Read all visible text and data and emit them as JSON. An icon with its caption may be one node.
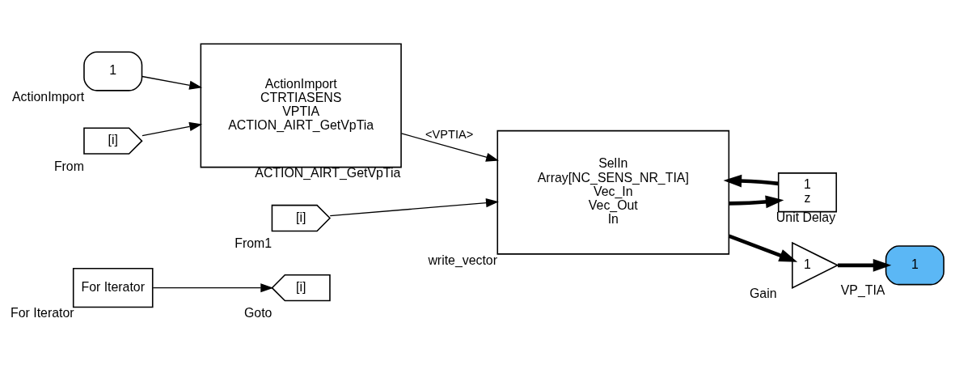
{
  "diagram": {
    "nodes": [
      {
        "text": [
          "For Iterator"
        ],
        "beside": [
          "For Iterator"
        ]
      },
      {
        "text": [
          "[i]"
        ],
        "beside": [
          "Goto"
        ]
      },
      {
        "text": [
          "1"
        ],
        "beside": [
          "ActionImport"
        ]
      },
      {
        "text": [
          "[i]"
        ],
        "beside": [
          "From"
        ]
      },
      {
        "text": [
          "ActionImport",
          "CTRTIASENS",
          "VPTIA",
          "ACTION_AIRT_GetVpTia"
        ],
        "beside": [
          "ACTION_AIRT_GetVpTia"
        ]
      },
      {
        "text": [
          "1",
          "z"
        ],
        "beside": [
          "Unit Delay"
        ]
      },
      {
        "text": [
          "[i]"
        ],
        "beside": [
          "From1"
        ]
      },
      {
        "text": [
          "SelIn",
          "Array[NC_SENS_NR_TIA]",
          "Vec_In",
          "Vec_Out",
          "In"
        ],
        "beside": [
          "write_vector"
        ]
      },
      {
        "text": [
          "1"
        ],
        "beside": [
          "Gain"
        ]
      },
      {
        "text": [
          "1"
        ],
        "beside": [
          "VP_TIA"
        ]
      }
    ],
    "edges": [
      {
        "from": 0,
        "to": 1,
        "arrow": "to"
      },
      {
        "from": 2,
        "to": 4,
        "arrow": "to"
      },
      {
        "from": 3,
        "to": 4,
        "arrow": "to"
      },
      {
        "from": 4,
        "to": 7,
        "arrow": "to",
        "label": "<VPTIA>"
      },
      {
        "from": 6,
        "to": 7,
        "arrow": "to"
      },
      {
        "from": 7,
        "to": 5,
        "arrow": "to",
        "style": "thick"
      },
      {
        "from": 5,
        "to": 7,
        "arrow": "to",
        "style": "thick"
      },
      {
        "from": 7,
        "to": 8,
        "arrow": "to",
        "style": "thick"
      },
      {
        "from": 8,
        "to": 9,
        "arrow": "to",
        "style": "thick"
      }
    ]
  }
}
